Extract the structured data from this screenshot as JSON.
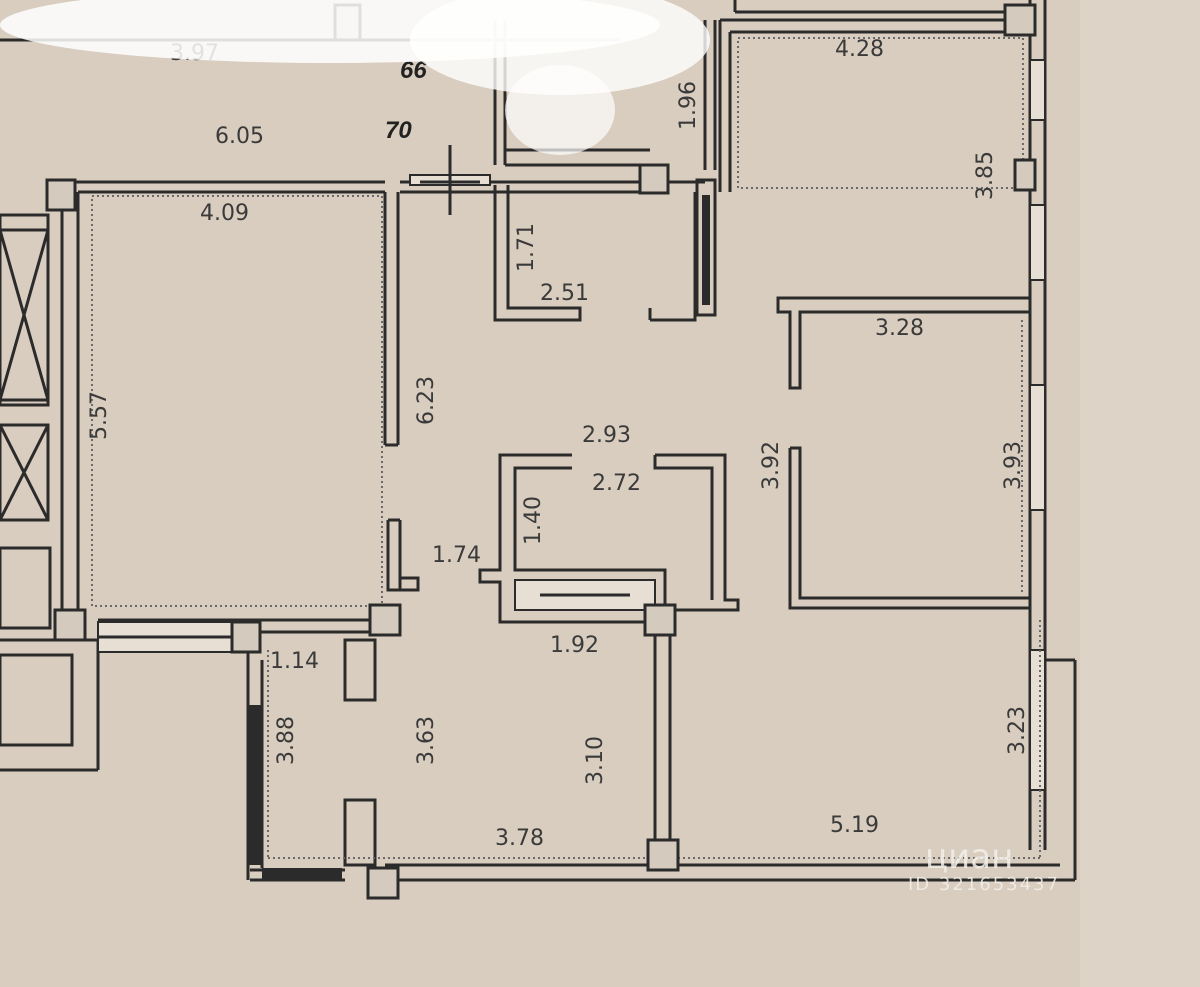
{
  "plan": {
    "labels": [
      "3.97",
      "66",
      "70",
      "6.05",
      "1.96",
      "4.28",
      "3.85",
      "4.09",
      "1.71",
      "2.51",
      "5.57",
      "6.23",
      "3.28",
      "2.93",
      "2.72",
      "3.92",
      "3.93",
      "1.74",
      "1.40",
      "1.92",
      "1.14",
      "3.63",
      "3.10",
      "3.88",
      "3.23",
      "3.78",
      "5.19"
    ],
    "watermark": {
      "brand": "циан",
      "id": "ID 321653437"
    },
    "colors": {
      "paper": "#d8cdbf",
      "wall": "#2b2b2b",
      "glare": "#ffffff"
    }
  }
}
